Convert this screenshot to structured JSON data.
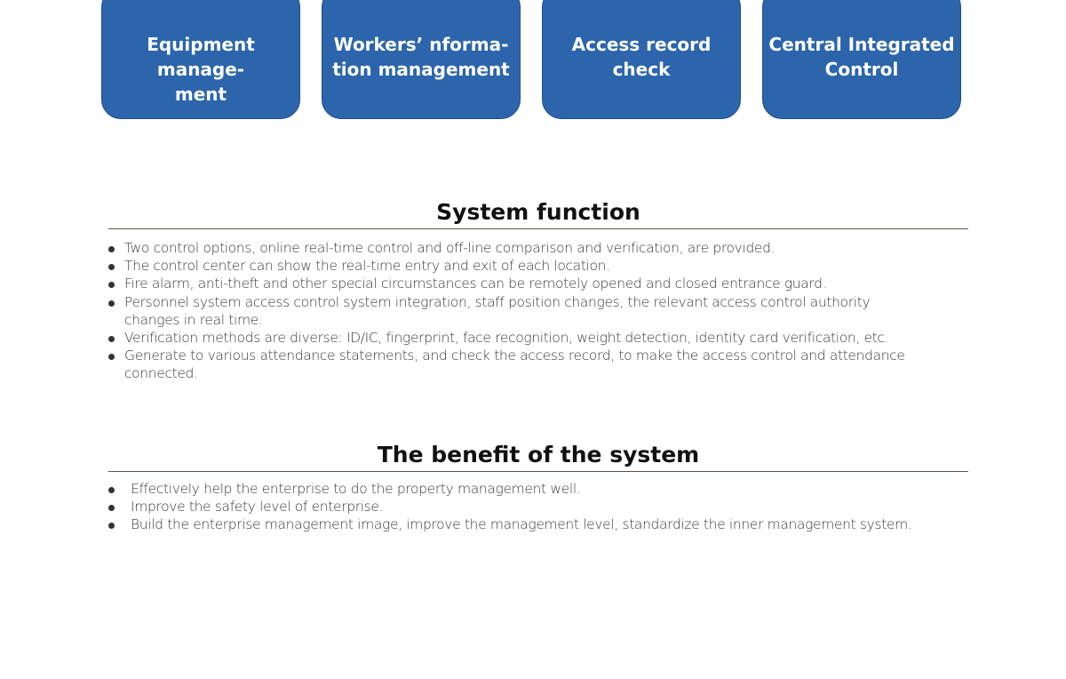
{
  "tiles": [
    {
      "line1": "Equipment manage-",
      "line2": "ment"
    },
    {
      "line1": "Workers’  nforma-",
      "line2": "tion management"
    },
    {
      "line1": "Access record check",
      "line2": ""
    },
    {
      "line1": "Central Integrated",
      "line2": "Control"
    }
  ],
  "system_function": {
    "title": "System function",
    "items": [
      "Two control options, online real-time control and off-line comparison and verification, are provided.",
      "The control center can show the real-time entry and exit of each location.",
      "Fire alarm, anti-theft and other special circumstances can be remotely opened and closed entrance guard.",
      "Personnel system access control system integration, staff position changes, the relevant access control authority changes in real time.",
      "Verification methods are diverse: ID/IC, fingerprint, face recognition, weight detection, identity card verification, etc.",
      "Generate to various attendance statements, and check the access record, to make the access control and attendance connected."
    ]
  },
  "benefit": {
    "title": "The benefit of the system",
    "items": [
      "Effectively help the enterprise to do the property management well.",
      "Improve the safety level of enterprise.",
      "Build the enterprise management image, improve the management level, standardize the inner management system."
    ]
  },
  "colors": {
    "tile_background": "#2c65ab",
    "tile_text": "#ffffff",
    "heading_text": "#111111",
    "body_text": "#3a3a3a",
    "rule": "#5c554c"
  }
}
